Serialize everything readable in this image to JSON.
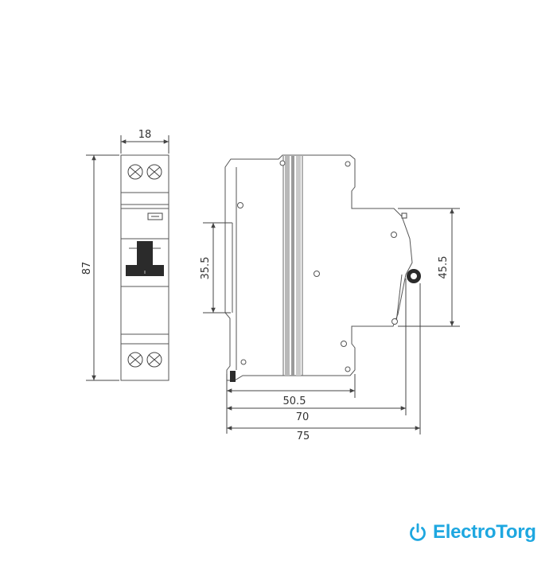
{
  "dimensions": {
    "front_width": "18",
    "front_height": "87",
    "side_left_height": "35.5",
    "side_right_height": "45.5",
    "depth_1": "50.5",
    "depth_2": "70",
    "depth_3": "75"
  },
  "brand": {
    "name": "ElectroTorg",
    "color": "#1ea7e0",
    "icon": "power-icon"
  },
  "colors": {
    "line": "#555555",
    "handle": "#2b2b2b"
  }
}
